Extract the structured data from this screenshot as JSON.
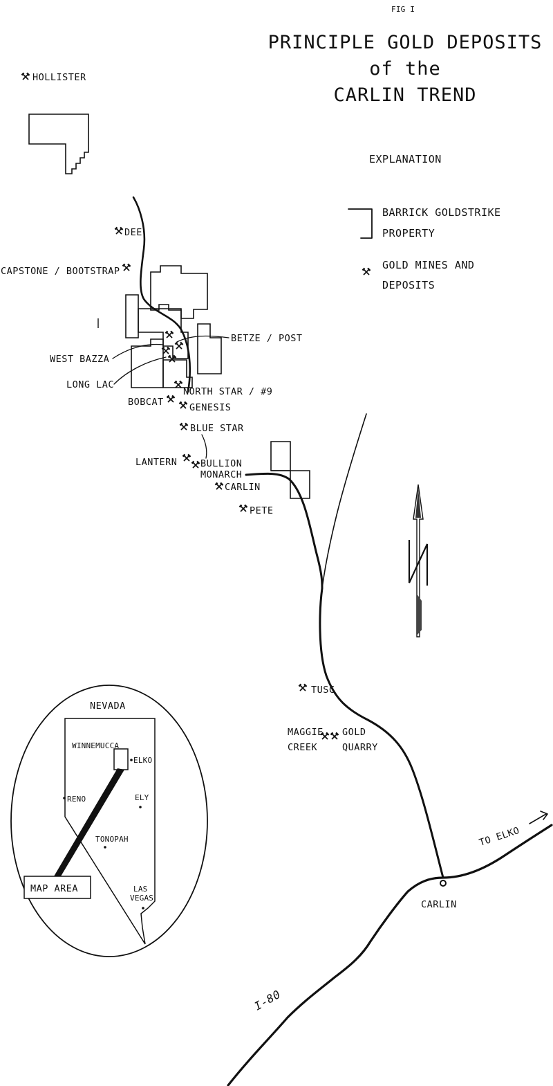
{
  "figure_label": "FIG I",
  "title": {
    "line1": "PRINCIPLE GOLD DEPOSITS",
    "line2": "of the",
    "line3": "CARLIN TREND"
  },
  "legend": {
    "heading": "EXPLANATION",
    "property_line1": "BARRICK GOLDSTRIKE",
    "property_line2": "PROPERTY",
    "mines_line1": "GOLD MINES AND",
    "mines_line2": "DEPOSITS"
  },
  "deposits": {
    "hollister": "HOLLISTER",
    "dee": "DEE",
    "capstone": "CAPSTONE / BOOTSTRAP",
    "betze": "BETZE / POST",
    "west_bazza": "WEST BAZZA",
    "long_lac": "LONG LAC",
    "north_star": "NORTH STAR / #9",
    "bobcat": "BOBCAT",
    "genesis": "GENESIS",
    "blue_star": "BLUE STAR",
    "lantern": "LANTERN",
    "bullion": "BULLION",
    "monarch": "MONARCH",
    "carlin_mine": "CARLIN",
    "pete": "PETE",
    "tusc": "TUSC",
    "maggie_line1": "MAGGIE",
    "maggie_line2": "CREEK",
    "gold_quarry_line1": "GOLD",
    "gold_quarry_line2": "QUARRY"
  },
  "places": {
    "carlin_town": "CARLIN",
    "to_elko": "TO ELKO",
    "highway": "I-80"
  },
  "inset": {
    "state": "NEVADA",
    "winnemucca": "WINNEMUCCA",
    "elko": "ELKO",
    "reno": "RENO",
    "ely": "ELY",
    "tonopah": "TONOPAH",
    "las_line1": "LAS",
    "las_line2": "VEGAS",
    "map_area": "MAP AREA"
  },
  "icons": {
    "mine_symbol": "crossed-pick-and-shovel",
    "north_arrow": "north-arrow"
  }
}
